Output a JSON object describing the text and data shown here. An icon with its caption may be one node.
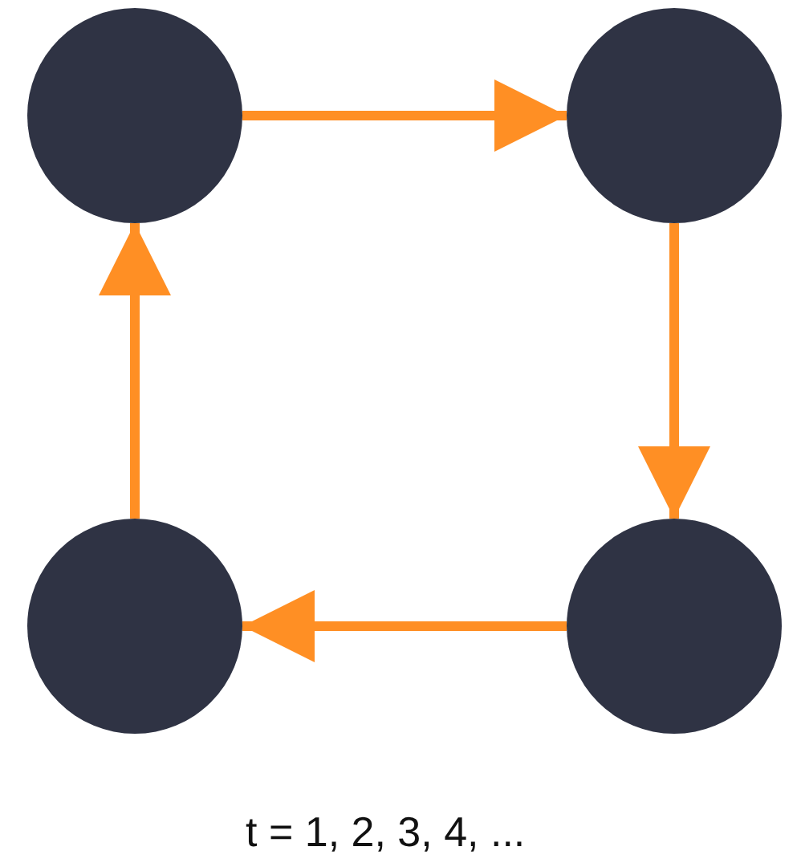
{
  "diagram": {
    "nodes": [
      {
        "text": [],
        "shape": "circle"
      },
      {
        "text": [],
        "shape": "circle"
      },
      {
        "text": [],
        "shape": "circle"
      },
      {
        "text": [],
        "shape": "circle"
      }
    ],
    "edges": [
      {
        "from": 0,
        "to": 1,
        "arrow": "to"
      },
      {
        "from": 1,
        "to": 2,
        "arrow": "to"
      },
      {
        "from": 2,
        "to": 3,
        "arrow": "to"
      },
      {
        "from": 3,
        "to": 0,
        "arrow": "to"
      }
    ],
    "labels": [
      "t = 1, 2, 3, 4, ..."
    ]
  }
}
